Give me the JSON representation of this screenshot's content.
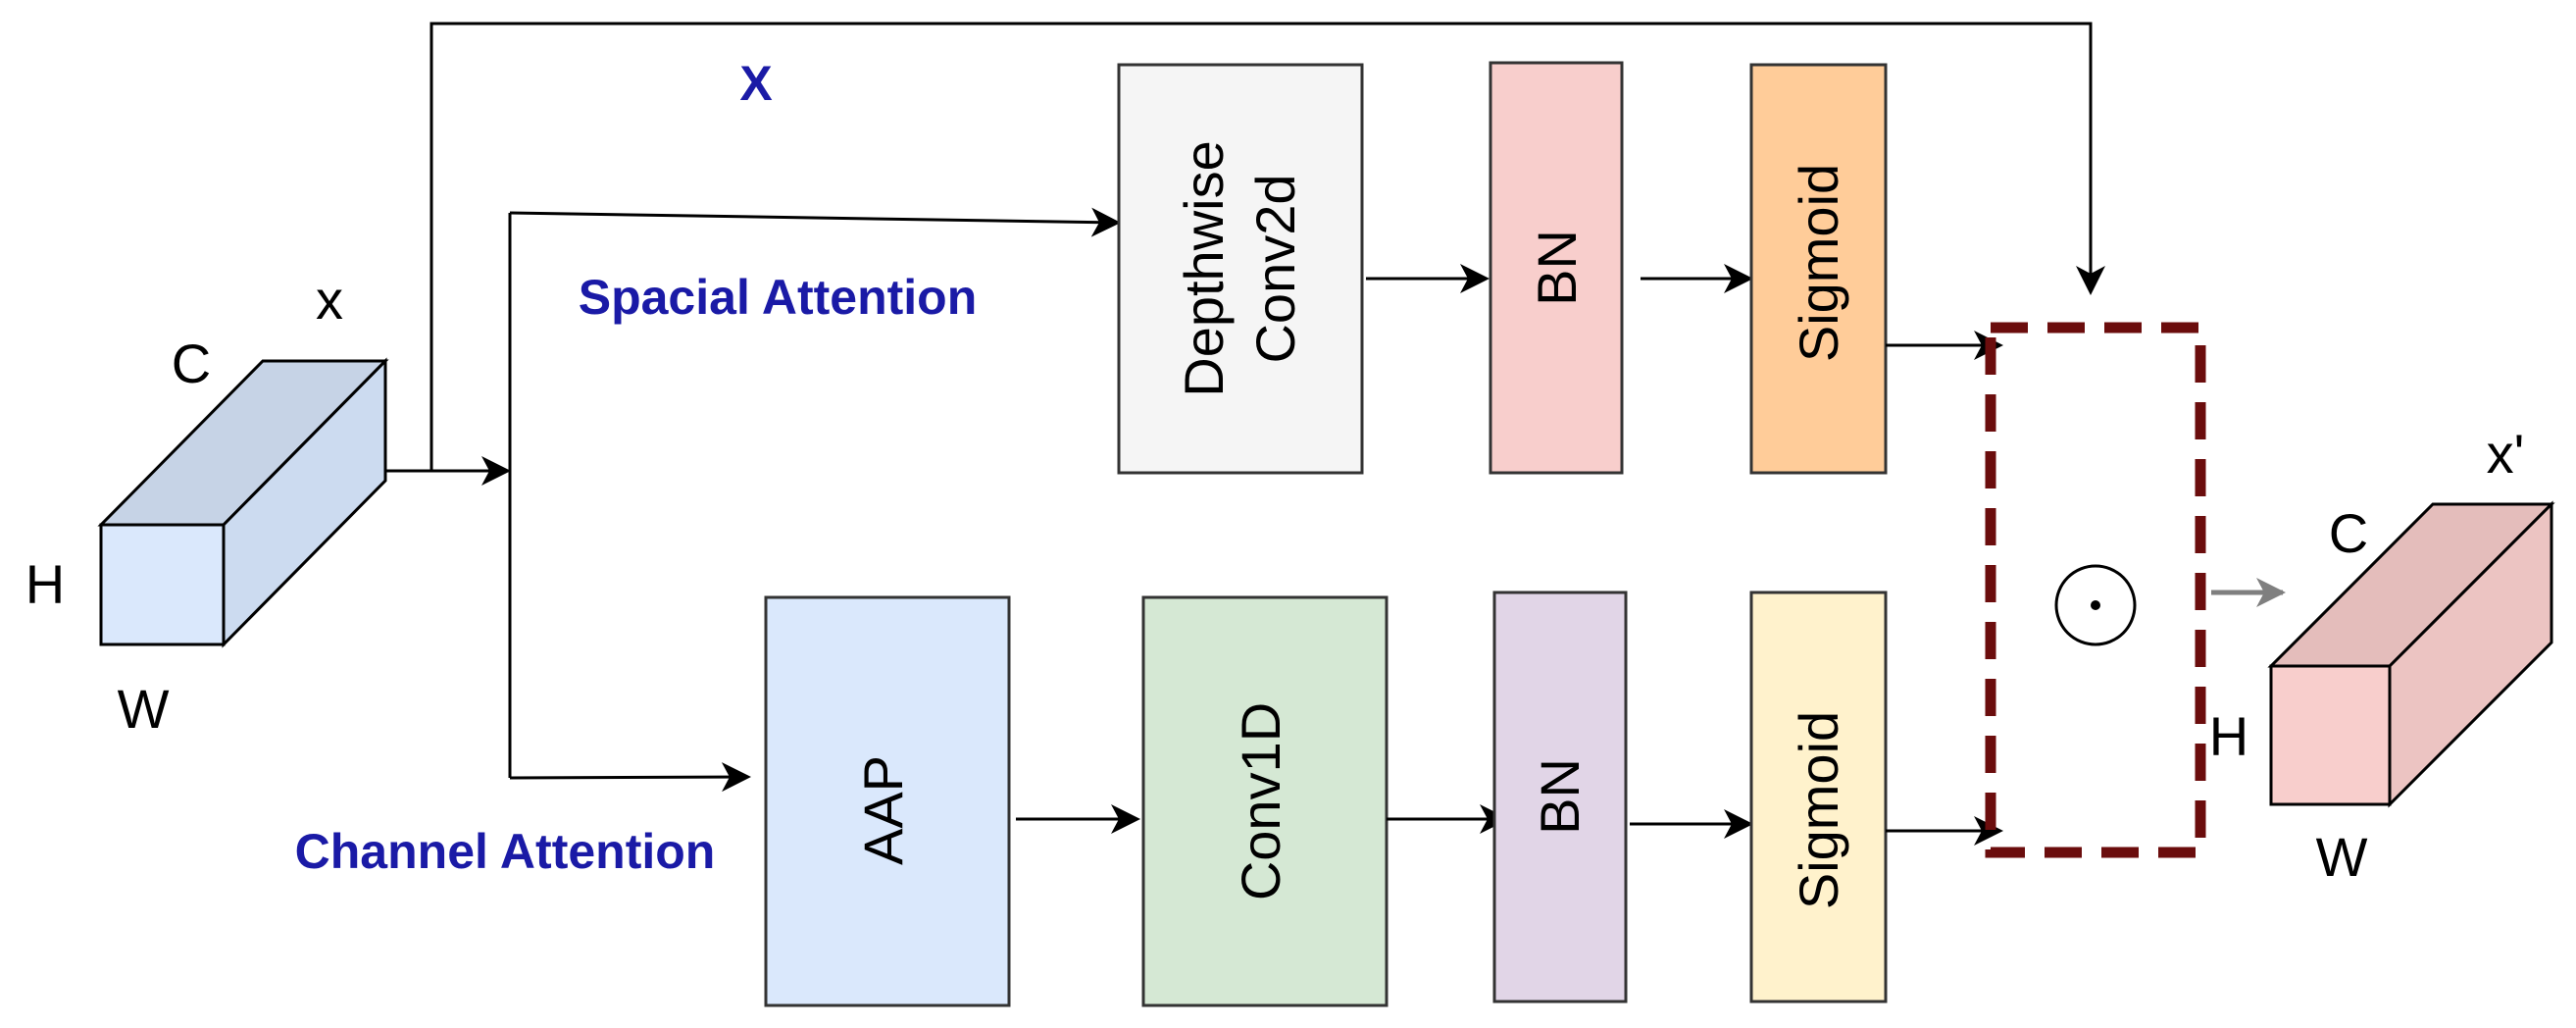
{
  "input_tensor": {
    "label_x": "x",
    "label_c": "C",
    "label_h": "H",
    "label_w": "W"
  },
  "output_tensor": {
    "label_x": "x'",
    "label_c": "C",
    "label_h": "H",
    "label_w": "W"
  },
  "skip_label": "X",
  "spatial_branch": {
    "title": "Spacial Attention",
    "blocks": [
      "Depthwise",
      "Conv2d",
      "BN",
      "Sigmoid"
    ]
  },
  "channel_branch": {
    "title": "Channel Attention",
    "blocks": [
      "AAP",
      "Conv1D",
      "BN",
      "Sigmoid"
    ]
  },
  "multiply_symbol": "⊙",
  "colors": {
    "label_blue": "#1a1aa6",
    "dashed_box": "#6b0d0d",
    "input_front": "#dae8fc",
    "input_top": "#c6d3e6",
    "input_side": "#ccdbf0",
    "output_front": "#f8cecc",
    "output_top": "#e4bdbb",
    "output_side": "#ecc4c2",
    "depthwise_fill": "#f5f5f5",
    "bn_spatial_fill": "#f8cecc",
    "sigmoid_spatial_fill": "#ffcc99",
    "aap_fill": "#dae8fc",
    "conv1d_fill": "#d5e8d4",
    "bn_channel_fill": "#e1d5e7",
    "sigmoid_channel_fill": "#fff2cc",
    "grey_arrow": "#7f7f7f"
  }
}
